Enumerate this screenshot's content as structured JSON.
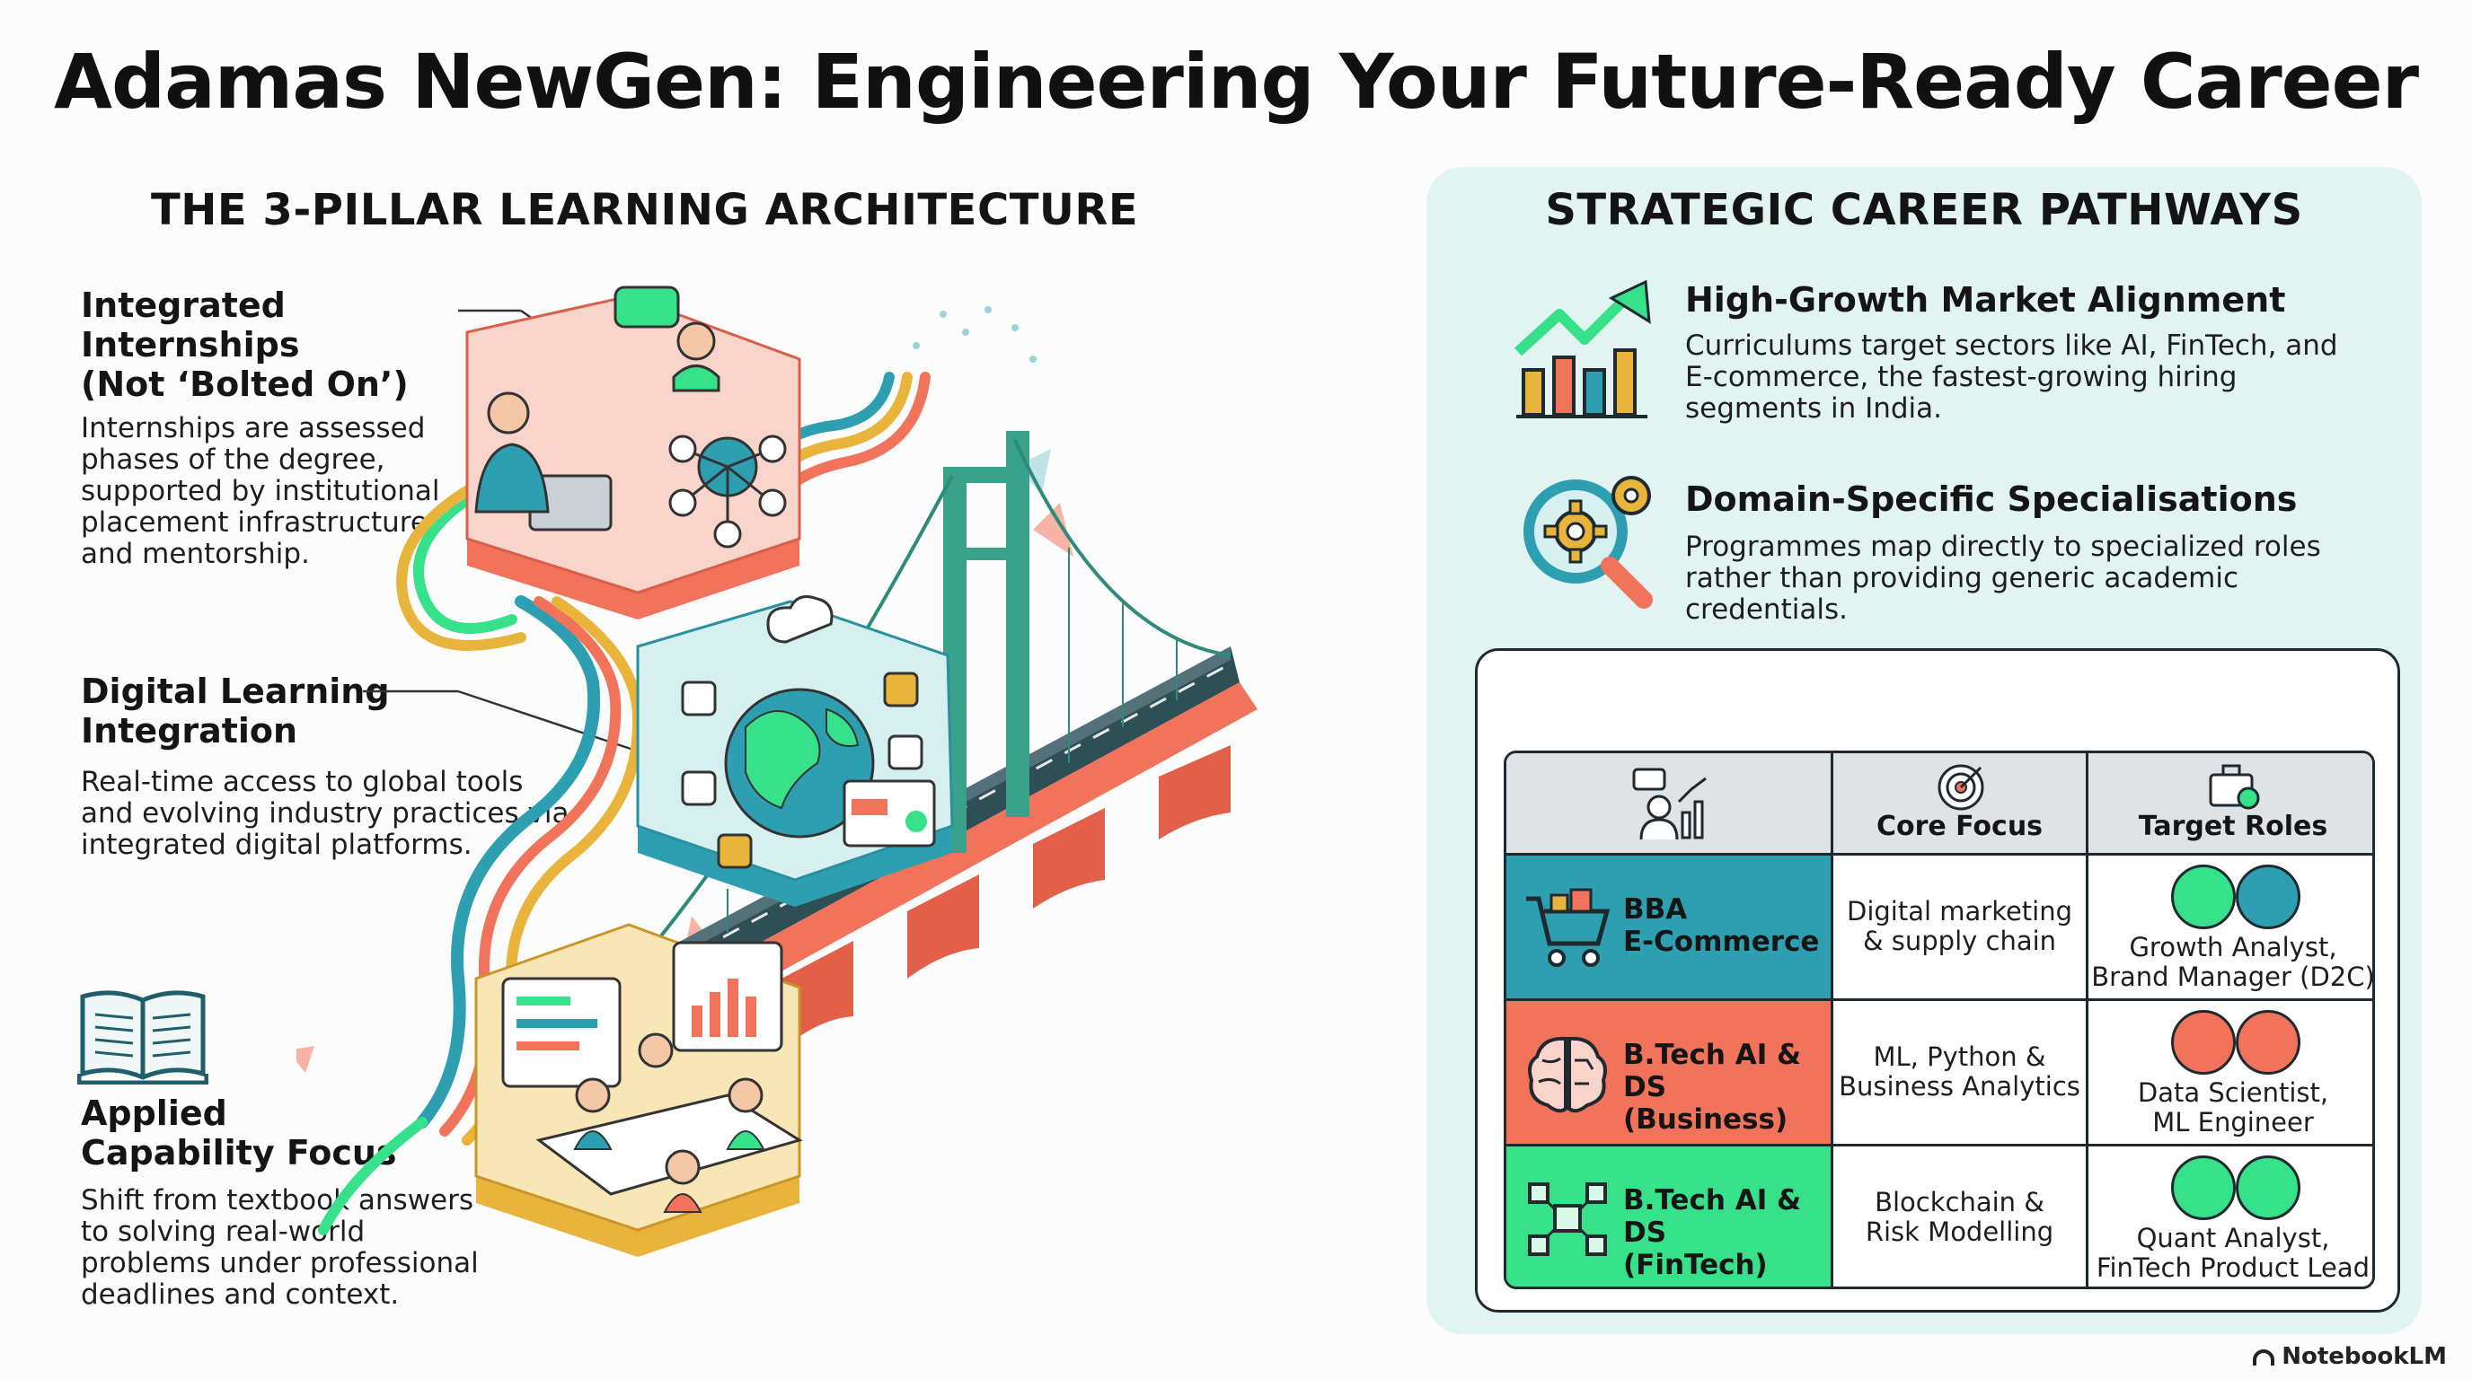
{
  "title": "Adamas NewGen: Engineering Your Future-Ready Career",
  "left": {
    "heading": "THE 3-PILLAR LEARNING ARCHITECTURE",
    "pillars": [
      {
        "title_lines": [
          "Integrated Internships",
          "(Not ‘Bolted On’)"
        ],
        "body_lines": [
          "Internships are assessed",
          "phases of the degree,",
          "supported by institutional",
          "placement infrastructure",
          "and mentorship."
        ]
      },
      {
        "title_lines": [
          "Digital Learning",
          "Integration"
        ],
        "body_lines": [
          "Real-time access to global tools",
          "and evolving industry practices via",
          "integrated digital platforms."
        ]
      },
      {
        "title_lines": [
          "Applied",
          "Capability Focus"
        ],
        "body_lines": [
          "Shift from textbook answers",
          "to solving real-world",
          "problems under professional",
          "deadlines and context."
        ]
      }
    ]
  },
  "right": {
    "heading": "STRATEGIC CAREER PATHWAYS",
    "pathways": [
      {
        "title": "High-Growth Market Alignment",
        "body_lines": [
          "Curriculums target sectors like AI, FinTech, and",
          "E-commerce, the fastest-growing hiring",
          "segments in India."
        ]
      },
      {
        "title": "Domain-Specific Specialisations",
        "body_lines": [
          "Programmes map directly to specialized roles",
          "rather than providing generic academic credentials."
        ]
      }
    ],
    "table": {
      "headers": [
        "Core Focus",
        "Target Roles"
      ],
      "rows": [
        {
          "program_lines": [
            "BBA",
            "E-Commerce"
          ],
          "focus_lines": [
            "Digital marketing",
            "& supply chain"
          ],
          "roles_lines": [
            "Growth Analyst,",
            "Brand Manager (D2C)"
          ],
          "color": "#2e9fb0"
        },
        {
          "program_lines": [
            "B.Tech AI & DS",
            "(Business)"
          ],
          "focus_lines": [
            "ML, Python &",
            "Business Analytics"
          ],
          "roles_lines": [
            "Data Scientist,",
            "ML Engineer"
          ],
          "color": "#f2735b"
        },
        {
          "program_lines": [
            "B.Tech AI & DS",
            "(FinTech)"
          ],
          "focus_lines": [
            "Blockchain &",
            "Risk Modelling"
          ],
          "roles_lines": [
            "Quant Analyst,",
            "FinTech Product Lead"
          ],
          "color": "#37e18a"
        }
      ]
    }
  },
  "brand": "NotebookLM",
  "colors": {
    "teal": "#2e9fb0",
    "coral": "#f2735b",
    "green": "#37e18a",
    "yellow": "#e9b43c",
    "panel": "#e1f4f2"
  }
}
